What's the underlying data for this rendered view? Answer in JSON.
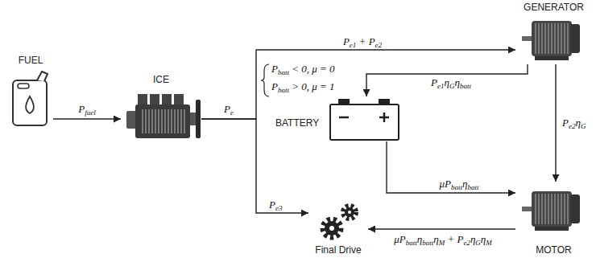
{
  "diagram": {
    "nodes": [
      {
        "text": [
          "FUEL"
        ]
      },
      {
        "text": [
          "ICE"
        ]
      },
      {
        "text": [
          "GENERATOR"
        ]
      },
      {
        "text": [
          "BATTERY"
        ]
      },
      {
        "text": [
          "MOTOR"
        ]
      },
      {
        "text": [
          "Final Drive"
        ]
      }
    ],
    "edges": [
      {
        "from": 0,
        "to": 1,
        "label": "Pfuel",
        "arrow": "to"
      },
      {
        "from": 1,
        "to": 2,
        "label": "Pe1 + Pe2",
        "arrow": "to"
      },
      {
        "from": 1,
        "to": 5,
        "label": "Pe3",
        "arrow": "to"
      },
      {
        "from": 2,
        "to": 3,
        "label": "Pe1ηGηbatt",
        "arrow": "to"
      },
      {
        "from": 2,
        "to": 4,
        "label": "Pe2ηG",
        "arrow": "to"
      },
      {
        "from": 3,
        "to": 4,
        "label": "μPbattηbatt",
        "arrow": "to"
      },
      {
        "from": 4,
        "to": 5,
        "label": "μPbattηbattηM + Pe2ηGηM",
        "arrow": "to"
      }
    ],
    "labels": [
      "Pe",
      "Pbatt < 0, μ = 0",
      "Pbatt > 0, μ = 1"
    ]
  }
}
